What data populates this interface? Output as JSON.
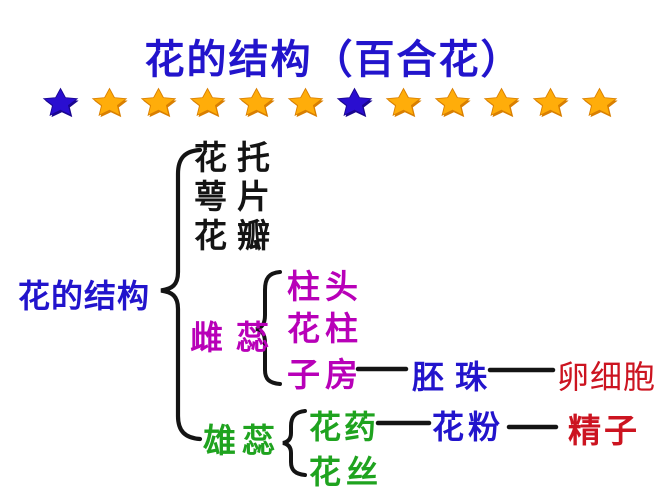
{
  "title": {
    "text": "花的结构（百合花）"
  },
  "colors": {
    "title_blue": "#2214CC",
    "black": "#141414",
    "magenta": "#B800B8",
    "green": "#1FA31F",
    "blue": "#2214CC",
    "red": "#CC1420",
    "star_gold": "#FFAD0A",
    "star_gold_shade": "#D97F00",
    "star_blue": "#2A0ED0",
    "star_blue_shade": "#1A0690"
  },
  "stars": {
    "sequence": [
      "blue",
      "gold",
      "gold",
      "gold",
      "gold",
      "gold",
      "blue",
      "gold",
      "gold",
      "gold",
      "gold",
      "gold"
    ]
  },
  "tree": {
    "root_label": "花的结构",
    "perianth_items": [
      {
        "label": "花托"
      },
      {
        "label": "萼片"
      },
      {
        "label": "花瓣"
      }
    ],
    "pistil": {
      "label": "雌蕊",
      "children": [
        {
          "label": "柱头"
        },
        {
          "label": "花柱"
        },
        {
          "label": "子房"
        }
      ],
      "ovule_label": "胚珠",
      "egg_cell_label": "卵细胞"
    },
    "stamen": {
      "label": "雄蕊",
      "children": [
        {
          "label": "花药"
        },
        {
          "label": "花丝"
        }
      ],
      "pollen_label": "花粉",
      "sperm_label": "精子"
    }
  }
}
